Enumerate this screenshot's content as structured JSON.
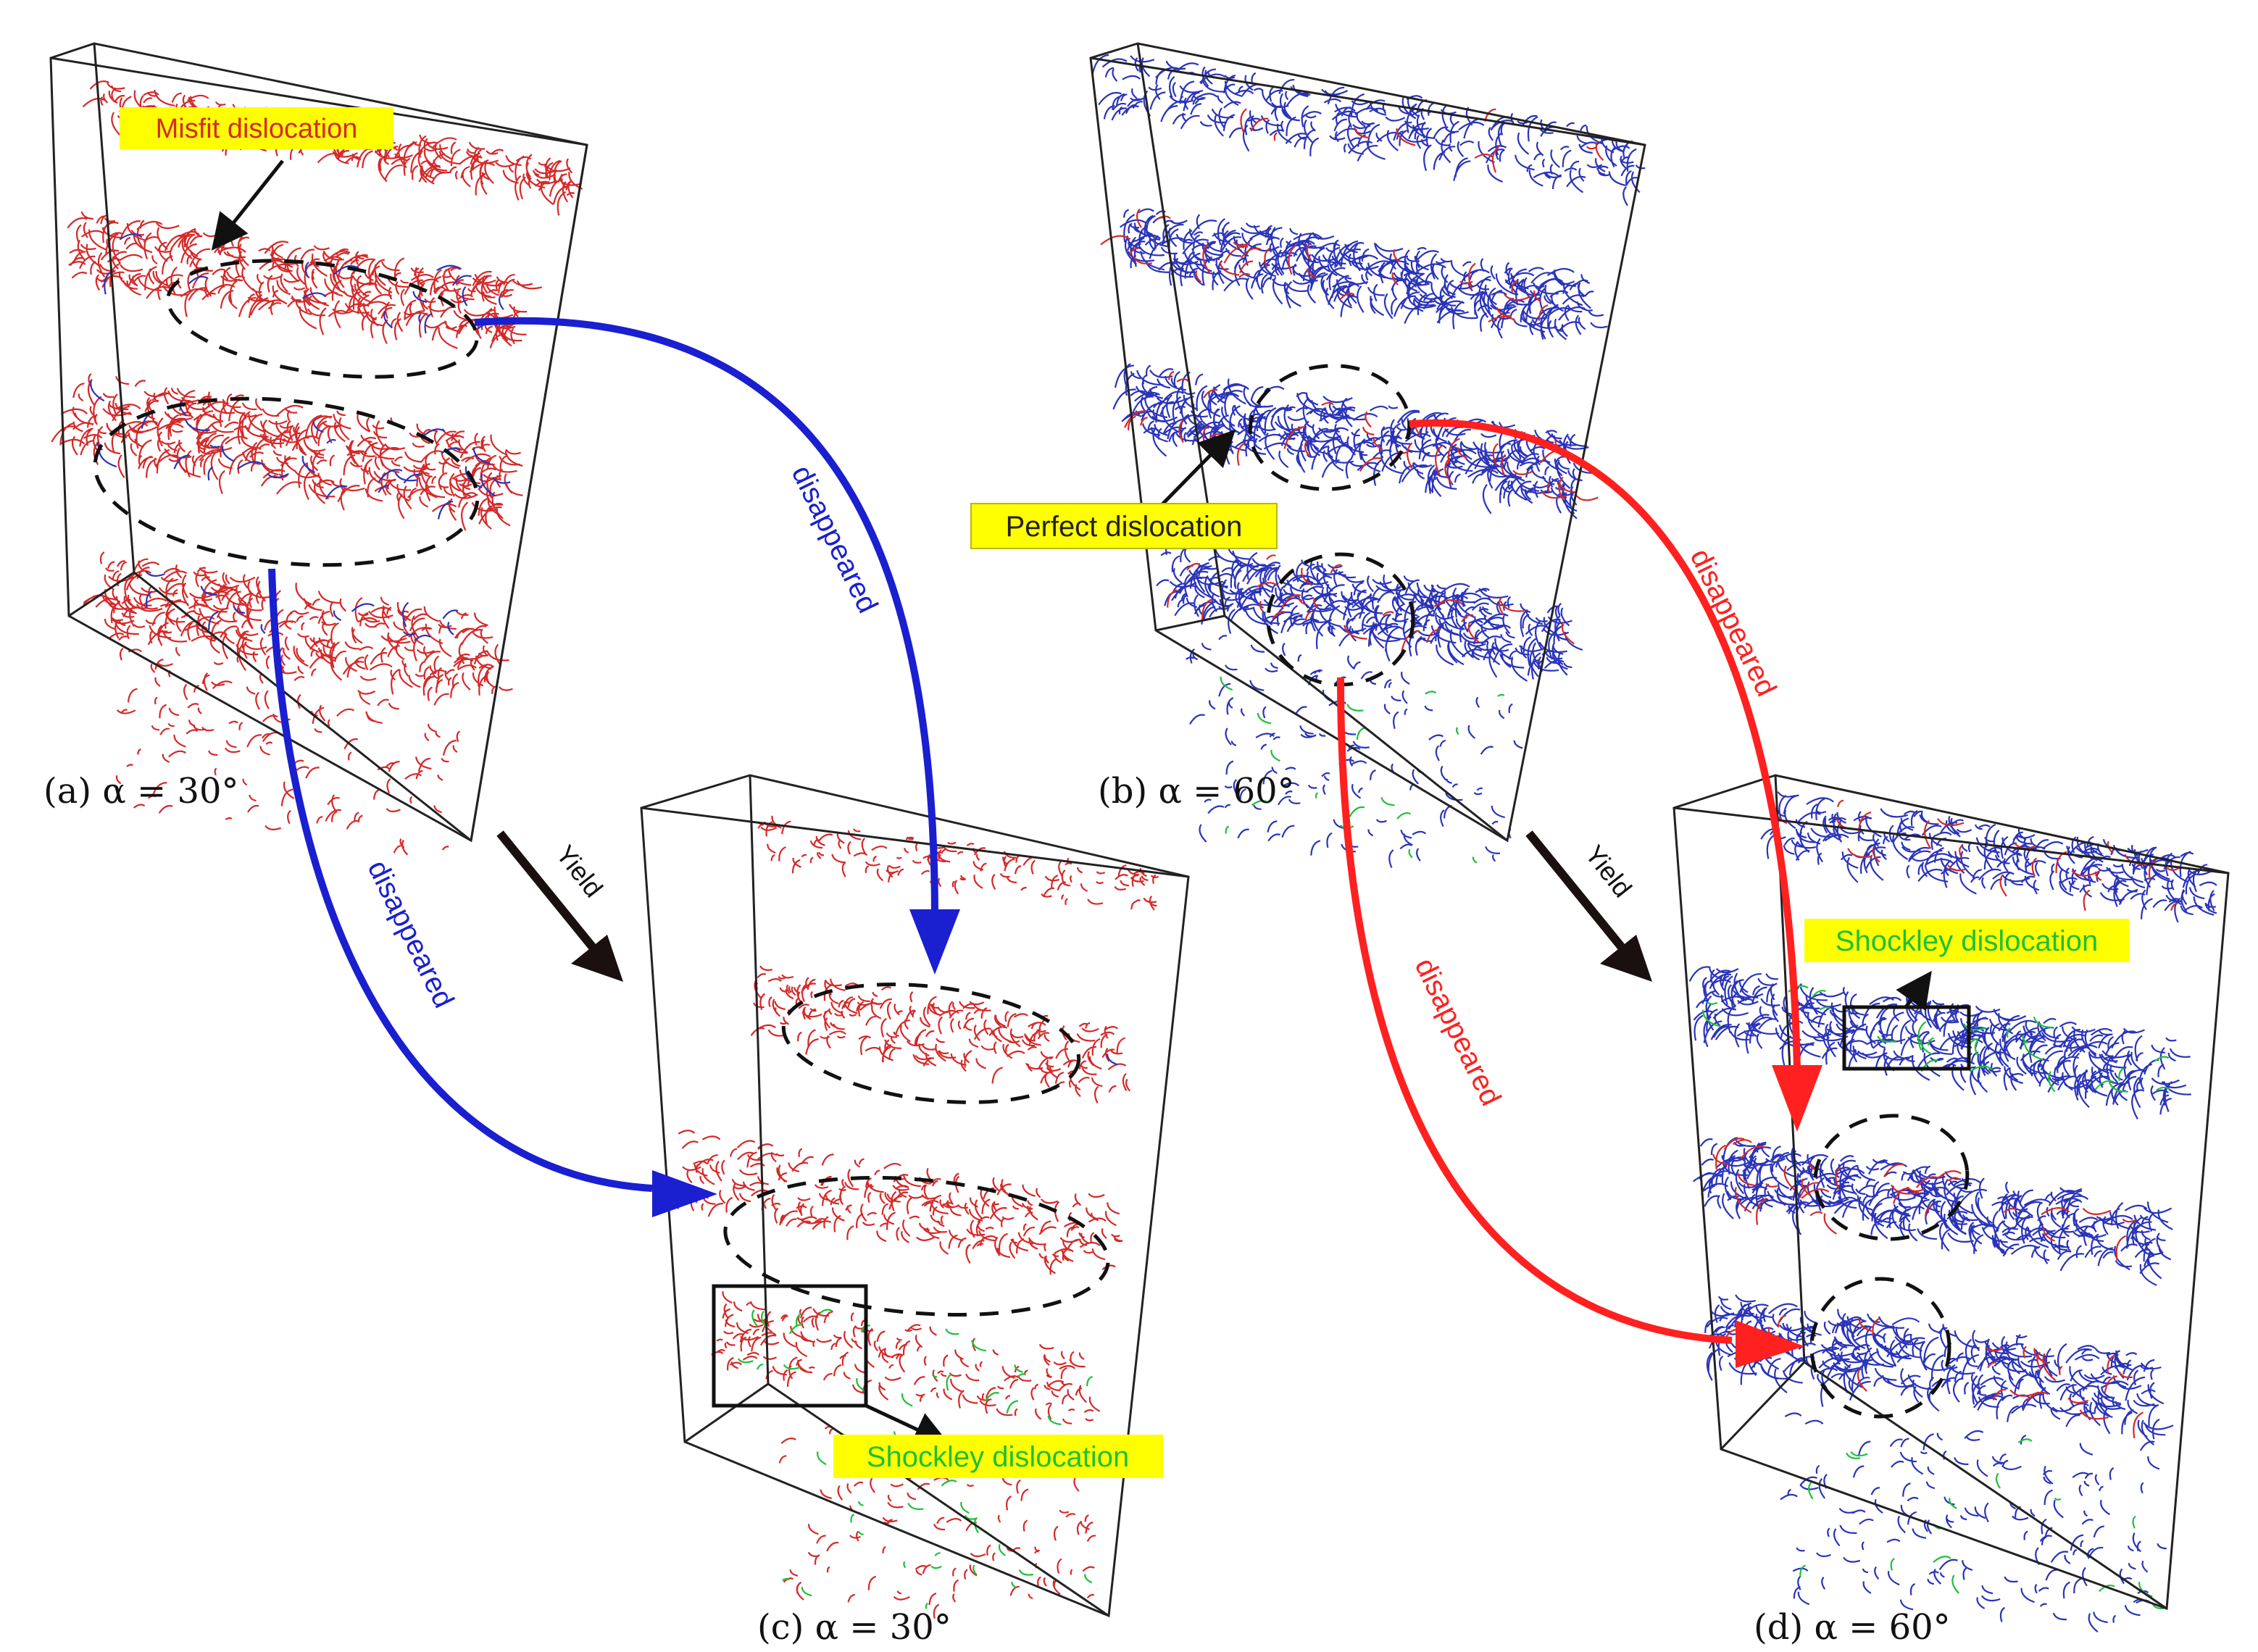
{
  "panels": [
    {
      "id": "a",
      "caption": "(a) α = 30°"
    },
    {
      "id": "b",
      "caption": "(b) α = 60°"
    },
    {
      "id": "c",
      "caption": "(c) α = 30°"
    },
    {
      "id": "d",
      "caption": "(d) α = 60°"
    }
  ],
  "labels": {
    "misfit": "Misfit dislocation",
    "perfect": "Perfect dislocation",
    "shockley_c": "Shockley dislocation",
    "shockley_d": "Shockley dislocation"
  },
  "arrows": {
    "yield_left": "Yield",
    "yield_right": "Yield",
    "disappeared_blue_top": "disappeared",
    "disappeared_blue_bottom": "disappeared",
    "disappeared_red_right": "disappeared",
    "disappeared_red_left": "disappeared"
  },
  "colors": {
    "misfit_red": "#d42a2a",
    "perfect_blue": "#2b34b8",
    "shockley_green": "#1fbf3a",
    "arrow_blue": "#1a1fd0",
    "arrow_red": "#ff2020",
    "highlight": "#ffff00",
    "box_edge": "#222222"
  }
}
